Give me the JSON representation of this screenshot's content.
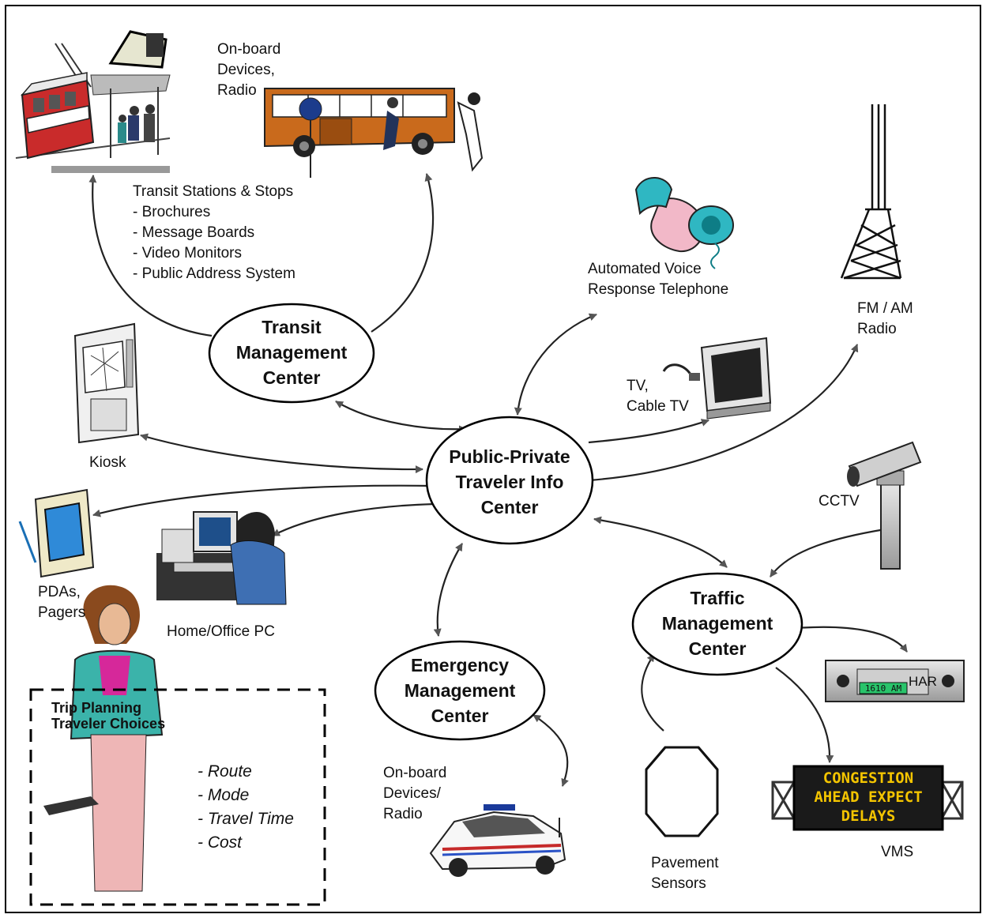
{
  "centers": {
    "ptic": "Public-Private\nTraveler Info\nCenter",
    "transit": "Transit\nManagement\nCenter",
    "traffic": "Traffic\nManagement\nCenter",
    "emergency": "Emergency\nManagement\nCenter"
  },
  "labels": {
    "onboard_radio": "On-board\nDevices,\nRadio",
    "transit_stations": "Transit Stations & Stops\n- Brochures\n- Message Boards\n- Video Monitors\n- Public Address System",
    "avr_telephone": "Automated Voice\nResponse Telephone",
    "fm_am_radio": "FM / AM\nRadio",
    "tv": "TV,\nCable TV",
    "kiosk": "Kiosk",
    "cctv": "CCTV",
    "pdas": "PDAs,\nPagers",
    "home_pc": "Home/Office PC",
    "onboard_emergency": "On-board\nDevices/\nRadio",
    "pavement_sensors": "Pavement\nSensors",
    "vms": "VMS",
    "har": "HAR"
  },
  "trip_planning": {
    "title": "Trip Planning\nTraveler Choices",
    "choices": [
      "- Route",
      "- Mode",
      "- Travel Time",
      "- Cost"
    ]
  },
  "vms_sign": [
    "CONGESTION",
    "AHEAD EXPECT",
    "DELAYS"
  ],
  "har_display": "1610 AM"
}
